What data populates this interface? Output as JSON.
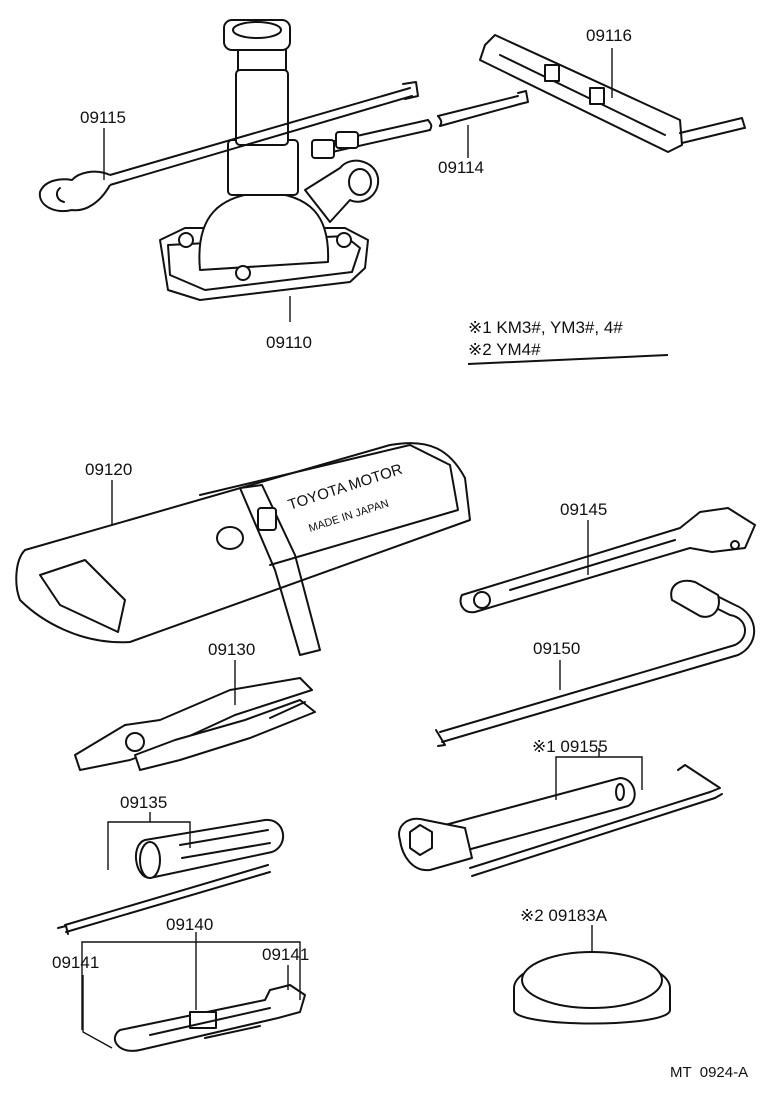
{
  "diagram": {
    "parts": {
      "jack": "09110",
      "handle": "09114",
      "wrench_hook": "09115",
      "jack_bar": "09116",
      "tool_bag": "09120",
      "pliers": "09130",
      "screwdriver": "09135",
      "spanner": "09140",
      "spanner_end_left": "09141",
      "spanner_end_right": "09141",
      "adjustable_wrench": "09145",
      "lug_wrench": "09150",
      "plug_wrench": "※1 09155",
      "cap": "※2 09183A"
    },
    "notes": {
      "note1": "※1 KM3#, YM3#, 4#",
      "note2": "※2 YM4#"
    },
    "bag_text": {
      "brand": "TOYOTA MOTOR",
      "origin": "MADE IN JAPAN"
    },
    "footer": "MT  0924-A"
  }
}
